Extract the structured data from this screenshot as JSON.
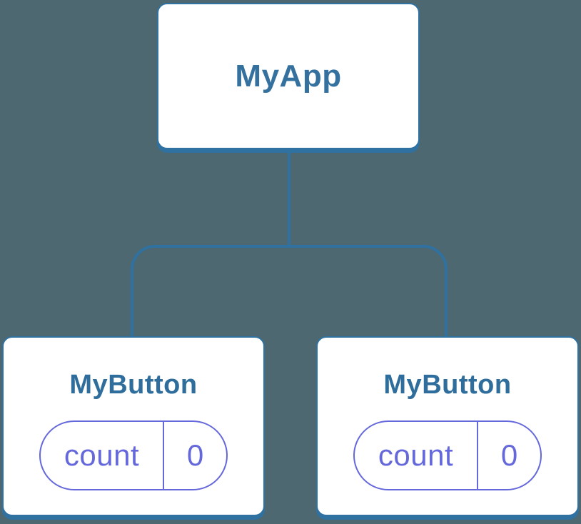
{
  "colors": {
    "background": "#4D6870",
    "connector_blue": "#2F71A1",
    "node_label_blue": "#35719F",
    "state_purple": "#6568DB",
    "node_background": "#FFFFFF"
  },
  "tree": {
    "root": {
      "label": "MyApp"
    },
    "children": [
      {
        "label": "MyButton",
        "state": {
          "name": "count",
          "value": "0"
        }
      },
      {
        "label": "MyButton",
        "state": {
          "name": "count",
          "value": "0"
        }
      }
    ]
  }
}
